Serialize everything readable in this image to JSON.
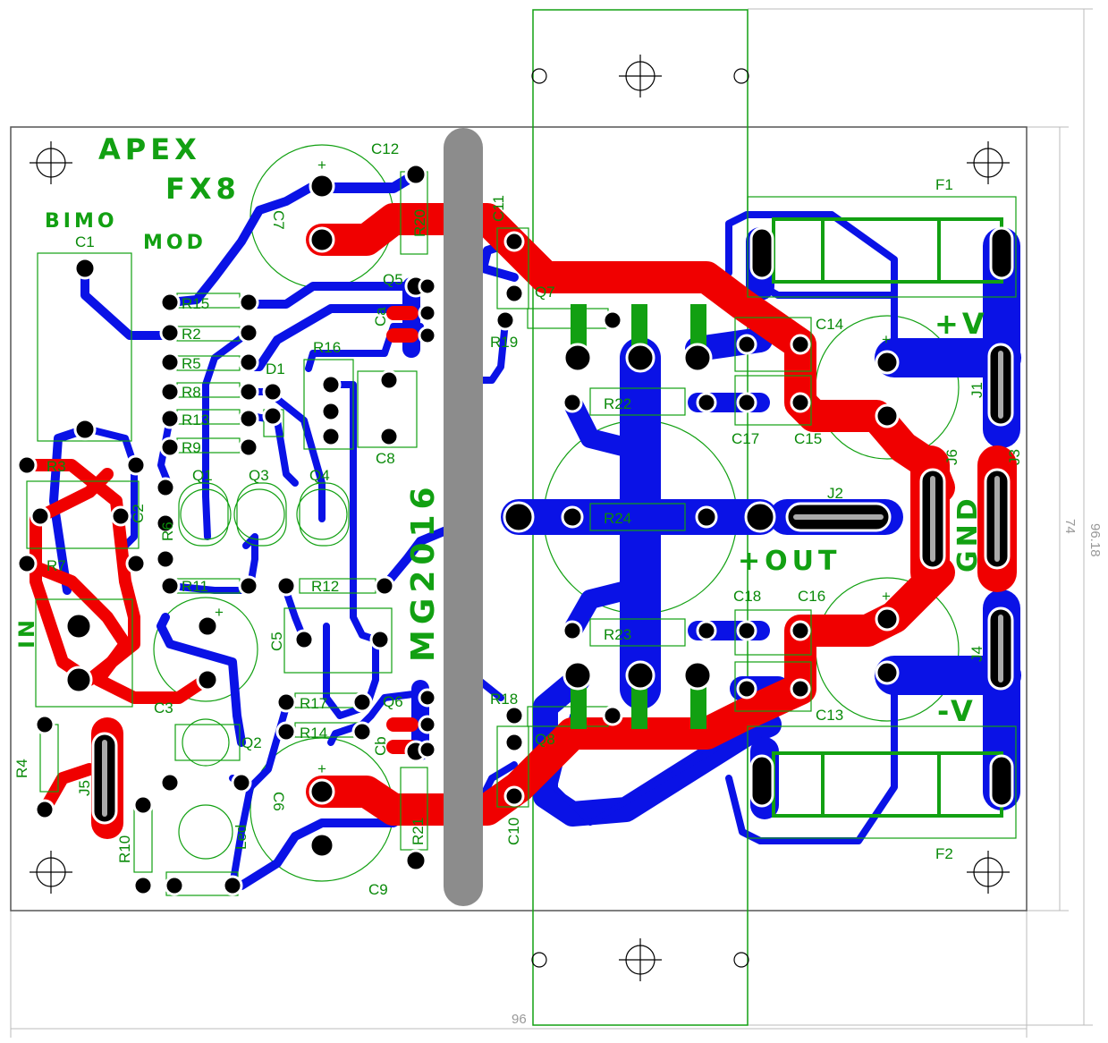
{
  "board": {
    "title_1": "APEX",
    "title_2": "FX8",
    "title_3": "BIMO",
    "title_4": "MOD",
    "heatsink_mark": "MG2016",
    "out_label": "+OUT",
    "plus_v": "+V",
    "minus_v": "-V",
    "gnd": "GND",
    "in_label": "IN",
    "dim_width": "96",
    "dim_height_inner": "74",
    "dim_height_outer": "96.18"
  },
  "components": {
    "c1": "C1",
    "c2": "C2",
    "c3": "C3",
    "c5": "C5",
    "c8": "C8",
    "c9": "C9",
    "c11": "C11",
    "c12": "C12",
    "c13": "C13",
    "c14": "C14",
    "c15": "C15",
    "c16": "C16",
    "c17": "C17",
    "c18": "C18",
    "c10": "C10",
    "c6": "C6",
    "c7": "C7",
    "ca": "Ca",
    "cb": "Cb",
    "r2": "R2",
    "r3": "R3",
    "r4": "R4",
    "r5": "R5",
    "r6": "R6",
    "r7": "R7",
    "r8": "R8",
    "r9": "R9",
    "r10": "R10",
    "r11": "R11",
    "r12": "R12",
    "r13": "R13",
    "r14": "R14",
    "r15": "R15",
    "r16": "R16",
    "r17": "R17",
    "r18": "R18",
    "r19": "R19",
    "r20": "R20",
    "r21": "R21",
    "r22": "R22",
    "r23": "R23",
    "r24": "R24",
    "q1": "Q1",
    "q2": "Q2",
    "q3": "Q3",
    "q4": "Q4",
    "q5": "Q5",
    "q6": "Q6",
    "q7": "Q7",
    "q8": "Q8",
    "d1": "D1",
    "led": "Led",
    "f1": "F1",
    "f2": "F2",
    "j1": "J1",
    "j2": "J2",
    "j3": "J3",
    "j4": "J4",
    "j5": "J5",
    "j6": "J6"
  },
  "colors": {
    "bottom_copper": "#0a12e6",
    "top_copper": "#f00000",
    "silkscreen": "#12a012",
    "heatsink": "#8c8c8c",
    "outline": "#555555",
    "pad": "#000000"
  }
}
